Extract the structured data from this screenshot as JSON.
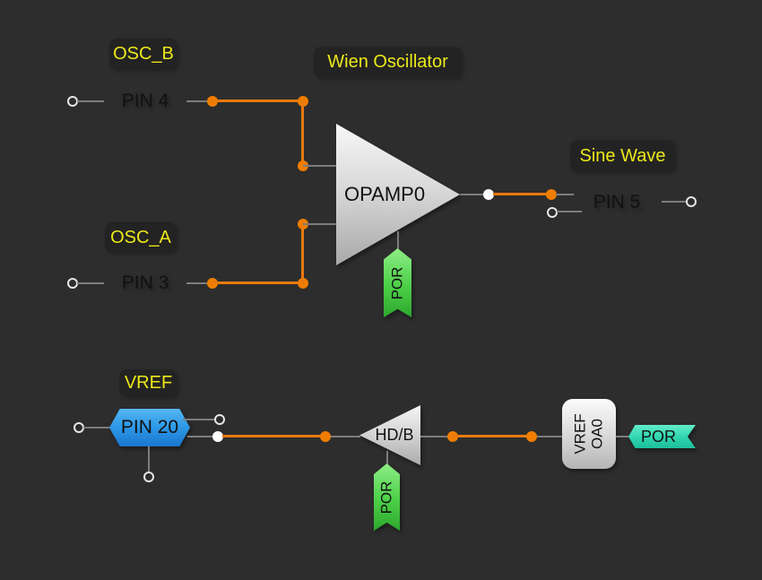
{
  "annotations": {
    "osc_b": "OSC_B",
    "wien_oscillator": "Wien Oscillator",
    "osc_a": "OSC_A",
    "sine_wave": "Sine Wave",
    "vref": "VREF"
  },
  "pins": {
    "pin4": "PIN 4",
    "pin3": "PIN 3",
    "pin5": "PIN 5",
    "pin20": "PIN 20"
  },
  "components": {
    "opamp": "OPAMP0",
    "hdb": "HD/B",
    "vref_oa0_line1": "VREF",
    "vref_oa0_line2": "OA0",
    "por_opamp": "POR",
    "por_hdb": "POR",
    "por_output": "POR"
  },
  "colors": {
    "background": "#2d2d2d",
    "annotation_text": "#ece81a",
    "annotation_bg": "#232323",
    "net_orange": "#ee7b0c",
    "wire_gray": "#7d7d7d",
    "pin_gold": "#eab232",
    "pin_blue": "#2f9ae8",
    "component_gray": "#d9d9d9",
    "por_green": "#4ccf47",
    "por_teal": "#2ed4ae",
    "terminal_ring": "#e6e6e6",
    "terminal_filled": "#ffffff"
  }
}
